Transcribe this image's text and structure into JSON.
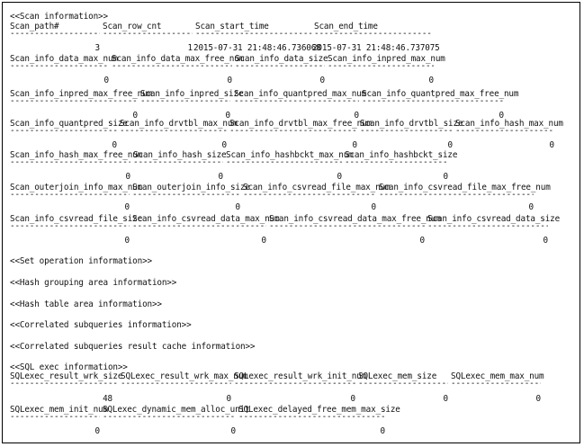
{
  "sections": {
    "scan": "<<Scan information>>",
    "set_op": "<<Set operation information>>",
    "hash_group": "<<Hash grouping area information>>",
    "hash_table": "<<Hash table area information>>",
    "corr_sub": "<<Correlated subqueries information>>",
    "corr_cache": "<<Correlated subqueries result cache information>>",
    "sql_exec": "<<SQL exec information>>"
  },
  "scan": {
    "row1": {
      "headers": [
        "Scan_path#",
        "Scan_row_cnt",
        "Scan_start_time",
        "Scan_end_time"
      ],
      "values": [
        "3",
        "1",
        "2015-07-31 21:48:46.736068",
        "2015-07-31 21:48:46.737075"
      ]
    },
    "row2": {
      "headers": [
        "Scan_info_data_max_num",
        "Scan_info_data_max_free_num",
        "Scan_info_data_size",
        "Scan_info_inpred_max_num"
      ],
      "values": [
        "0",
        "0",
        "0",
        "0"
      ]
    },
    "row3": {
      "headers": [
        "Scan_info_inpred_max_free_num",
        "Scan_info_inpred_size",
        "Scan_info_quantpred_max_num",
        "Scan_info_quantpred_max_free_num"
      ],
      "values": [
        "0",
        "0",
        "0",
        "0"
      ]
    },
    "row4": {
      "headers": [
        "Scan_info_quantpred_size",
        "Scan_info_drvtbl_max_num",
        "Scan_info_drvtbl_max_free_num",
        "Scan_info_drvtbl_size",
        "Scan_info_hash_max_num"
      ],
      "values": [
        "0",
        "0",
        "0",
        "0",
        "0"
      ]
    },
    "row5": {
      "headers": [
        "Scan_info_hash_max_free_num",
        "Scan_info_hash_size",
        "Scan_info_hashbckt_max_num",
        "Scan_info_hashbckt_size"
      ],
      "values": [
        "0",
        "0",
        "0",
        "0"
      ]
    },
    "row6": {
      "headers": [
        "Scan_outerjoin_info_max_num",
        "Scan_outerjoin_info_size",
        "Scan_info_csvread_file_max_num",
        "Scan_info_csvread_file_max_free_num"
      ],
      "values": [
        "0",
        "0",
        "0",
        "0"
      ]
    },
    "row7": {
      "headers": [
        "Scan_info_csvread_file_size",
        "Scan_info_csvread_data_max_num",
        "Scan_info_csvread_data_max_free_num",
        "Scan_info_csvread_data_size"
      ],
      "values": [
        "0",
        "0",
        "0",
        "0"
      ]
    }
  },
  "sql_exec": {
    "row1": {
      "headers": [
        "SQLexec_result_wrk_size",
        "SQLexec_result_wrk_max_num",
        "SQLexec_result_wrk_init_num",
        "SQLexec_mem_size",
        "SQLexec_mem_max_num"
      ],
      "values": [
        "48",
        "0",
        "0",
        "0",
        "0"
      ]
    },
    "row2": {
      "headers": [
        "SQLexec_mem_init_num",
        "SQLexec_dynamic_mem_alloc_unit",
        "SQLexec_delayed_free_mem_max_size"
      ],
      "values": [
        "0",
        "0",
        "0"
      ]
    }
  }
}
